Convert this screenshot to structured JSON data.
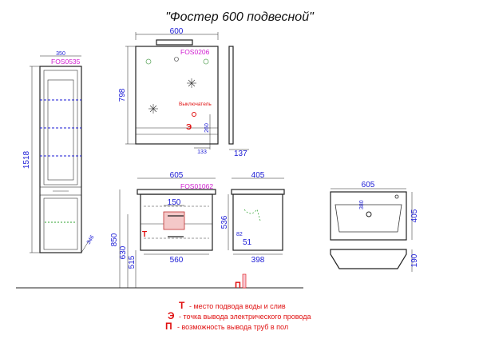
{
  "title": "\"Фостер 600 подвесной\"",
  "tall_cabinet": {
    "code": "FOS0535",
    "width": "350",
    "height": "1518",
    "depth": "346"
  },
  "mirror": {
    "code": "FOS0206",
    "width": "600",
    "height": "798",
    "switch_label": "Выключатель",
    "switch_height": "260",
    "switch_offset": "133",
    "side_depth": "137"
  },
  "vanity": {
    "code": "FOS01062",
    "width": "605",
    "inner_width": "560",
    "drawer_cut": "150",
    "height_total": "850",
    "height_body": "630",
    "height_floor": "515",
    "side_depth": "405",
    "side_height": "536",
    "side_small": "82",
    "side_51": "51",
    "side_inner": "398"
  },
  "basin": {
    "width": "605",
    "depth": "405",
    "height": "190",
    "small": "380"
  },
  "legend": [
    {
      "mark": "Т",
      "text": "- место подвода воды и слив"
    },
    {
      "mark": "Э",
      "text": "- точка вывода электрического провода"
    },
    {
      "mark": "П",
      "text": "- возможность вывода труб в пол"
    }
  ],
  "markers": {
    "electric": "Э",
    "water": "Т",
    "floor": "П"
  },
  "colors": {
    "dimension": "#1b1bd6",
    "code": "#d020d0",
    "marker": "#e01010"
  }
}
